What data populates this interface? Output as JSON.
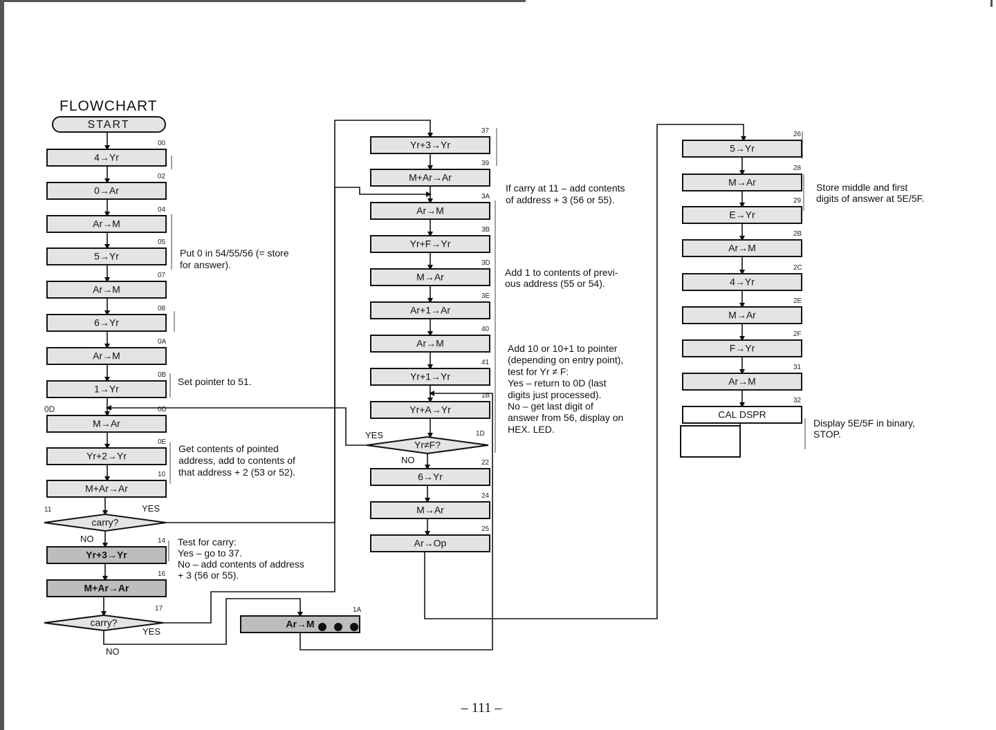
{
  "title": "FLOWCHART",
  "start": "START",
  "columns": [
    [
      {
        "addr": "00",
        "label": "4→Yr"
      },
      {
        "addr": "02",
        "label": "0→Ar"
      },
      {
        "addr": "04",
        "label": "Ar→M"
      },
      {
        "addr": "05",
        "label": "5→Yr"
      },
      {
        "addr": "07",
        "label": "Ar→M"
      },
      {
        "addr": "08",
        "label": "6→Yr"
      },
      {
        "addr": "0A",
        "label": "Ar→M"
      },
      {
        "addr": "0B",
        "label": "1→Yr"
      },
      {
        "addr": "0D",
        "label": "M→Ar"
      },
      {
        "addr": "0E",
        "label": "Yr+2→Yr"
      },
      {
        "addr": "10",
        "label": "M+Ar→Ar"
      },
      {
        "addr": "14",
        "label": "Yr+3→Yr"
      },
      {
        "addr": "16",
        "label": "M+Ar→Ar"
      }
    ],
    [
      {
        "addr": "37",
        "label": "Yr+3→Yr"
      },
      {
        "addr": "39",
        "label": "M+Ar→Ar"
      },
      {
        "addr": "3A",
        "label": "Ar→M"
      },
      {
        "addr": "3B",
        "label": "Yr+F→Yr"
      },
      {
        "addr": "3D",
        "label": "M→Ar"
      },
      {
        "addr": "3E",
        "label": "Ar+1→Ar"
      },
      {
        "addr": "40",
        "label": "Ar→M"
      },
      {
        "addr": "41",
        "label": "Yr+1→Yr"
      },
      {
        "addr": "1B",
        "label": "Yr+A→Yr"
      },
      {
        "addr": "22",
        "label": "6→Yr"
      },
      {
        "addr": "24",
        "label": "M→Ar"
      },
      {
        "addr": "25",
        "label": "Ar→Op"
      }
    ],
    [
      {
        "addr": "26",
        "label": "5→Yr"
      },
      {
        "addr": "28",
        "label": "M→Ar"
      },
      {
        "addr": "29",
        "label": "E→Yr"
      },
      {
        "addr": "2B",
        "label": "Ar→M"
      },
      {
        "addr": "2C",
        "label": "4→Yr"
      },
      {
        "addr": "2E",
        "label": "M→Ar"
      },
      {
        "addr": "2F",
        "label": "F→Yr"
      },
      {
        "addr": "31",
        "label": "Ar→M"
      },
      {
        "addr": "32",
        "label": "CAL DSPR"
      }
    ]
  ],
  "box_1a": {
    "addr": "1A",
    "label": "Ar→M"
  },
  "decisions": [
    {
      "addr": "11",
      "label": "carry?",
      "yes": "YES",
      "no": "NO"
    },
    {
      "addr": "17",
      "label": "carry?",
      "yes": "YES",
      "no": "NO"
    },
    {
      "addr": "1D",
      "label": "Yr≠F?",
      "yes": "YES",
      "no": "NO"
    }
  ],
  "entry_label": "0D",
  "notes": [
    [
      "Put 0 in 54/55/56 (= store",
      "for answer)."
    ],
    [
      "Set pointer to 51."
    ],
    [
      "Get contents of pointed",
      "address, add to contents of",
      "that address + 2 (53 or 52)."
    ],
    [
      "Test for carry:",
      "Yes – go to 37.",
      "No – add contents of address",
      "+ 3 (56 or 55)."
    ],
    [
      "If carry at 11 – add contents",
      "of address + 3 (56 or 55)."
    ],
    [
      "Add 1 to contents of previ-",
      "ous address (55 or 54)."
    ],
    [
      "Add 10 or 10+1 to pointer",
      "(depending on entry point),",
      "test for Yr ≠ F:",
      "Yes – return to 0D (last",
      "digits just processed).",
      "No – get last digit of",
      "answer from 56, display on",
      "HEX. LED."
    ],
    [
      "Store middle and first",
      "digits of answer at 5E/5F."
    ],
    [
      "Display 5E/5F in binary,",
      "STOP."
    ]
  ],
  "page_number": "– 111 –"
}
